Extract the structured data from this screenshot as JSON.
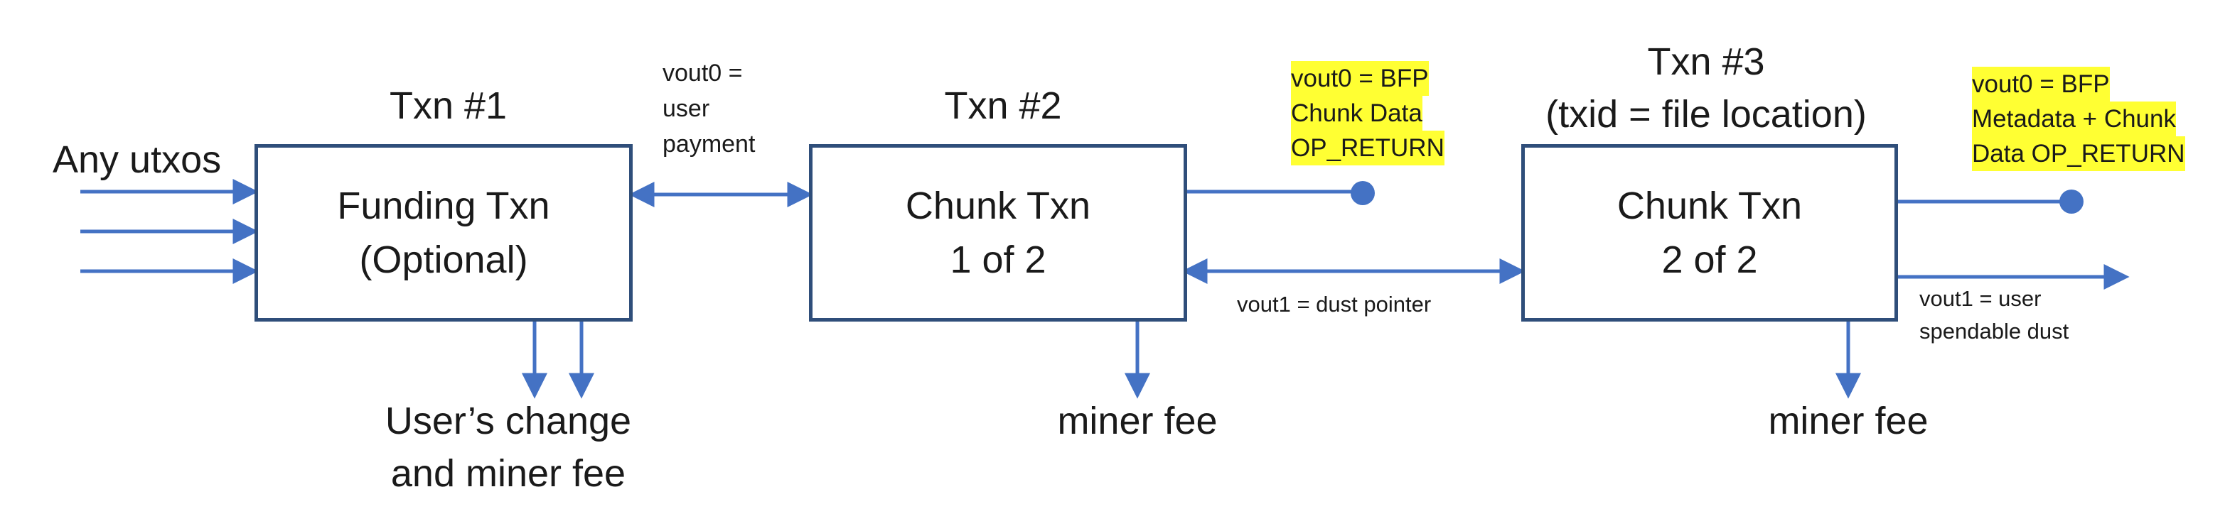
{
  "colors": {
    "arrow": "#4472c4",
    "box_border": "#2f4e7a",
    "highlight": "#ffff33"
  },
  "inputs": {
    "label": "Any utxos"
  },
  "txn1": {
    "title": "Txn #1",
    "box_lines": [
      "Funding Txn",
      "(Optional)"
    ],
    "output_label_lines": [
      "User’s change",
      "and miner fee"
    ]
  },
  "link12": {
    "label_lines": [
      "vout0 =",
      "user",
      "payment"
    ]
  },
  "txn2": {
    "title": "Txn #2",
    "box_lines": [
      "Chunk Txn",
      "1 of 2"
    ],
    "vout0_lines": [
      "vout0 = BFP",
      "Chunk Data",
      "OP_RETURN"
    ],
    "fee_label": "miner fee"
  },
  "link23": {
    "label": "vout1 = dust pointer"
  },
  "txn3": {
    "title_lines": [
      "Txn #3",
      "(txid = file location)"
    ],
    "box_lines": [
      "Chunk Txn",
      "2 of 2"
    ],
    "vout0_lines": [
      "vout0 = BFP",
      "Metadata + Chunk",
      "Data OP_RETURN"
    ],
    "vout1_lines": [
      "vout1 = user",
      "spendable dust"
    ],
    "fee_label": "miner fee"
  }
}
